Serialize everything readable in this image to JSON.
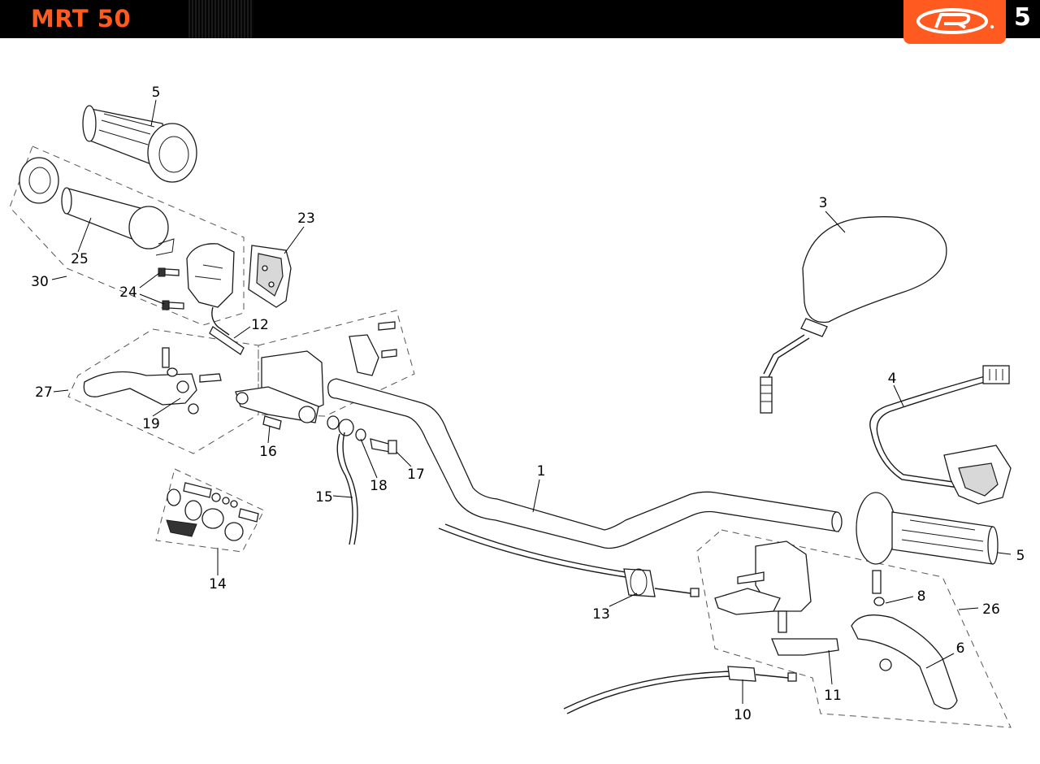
{
  "header": {
    "title": "MRT 50",
    "page_number": "5",
    "brand_color": "#ff5a1f",
    "logo": "brand-r-logo-icon"
  },
  "callouts": [
    {
      "id": "c5a",
      "label": "5"
    },
    {
      "id": "c3",
      "label": "3"
    },
    {
      "id": "c23",
      "label": "23"
    },
    {
      "id": "c25",
      "label": "25"
    },
    {
      "id": "c30",
      "label": "30"
    },
    {
      "id": "c24",
      "label": "24"
    },
    {
      "id": "c12",
      "label": "12"
    },
    {
      "id": "c4",
      "label": "4"
    },
    {
      "id": "c27",
      "label": "27"
    },
    {
      "id": "c19",
      "label": "19"
    },
    {
      "id": "c16",
      "label": "16"
    },
    {
      "id": "c1",
      "label": "1"
    },
    {
      "id": "c17",
      "label": "17"
    },
    {
      "id": "c18",
      "label": "18"
    },
    {
      "id": "c15",
      "label": "15"
    },
    {
      "id": "c5b",
      "label": "5"
    },
    {
      "id": "c14",
      "label": "14"
    },
    {
      "id": "c8",
      "label": "8"
    },
    {
      "id": "c26",
      "label": "26"
    },
    {
      "id": "c13",
      "label": "13"
    },
    {
      "id": "c6",
      "label": "6"
    },
    {
      "id": "c11",
      "label": "11"
    },
    {
      "id": "c10",
      "label": "10"
    }
  ]
}
